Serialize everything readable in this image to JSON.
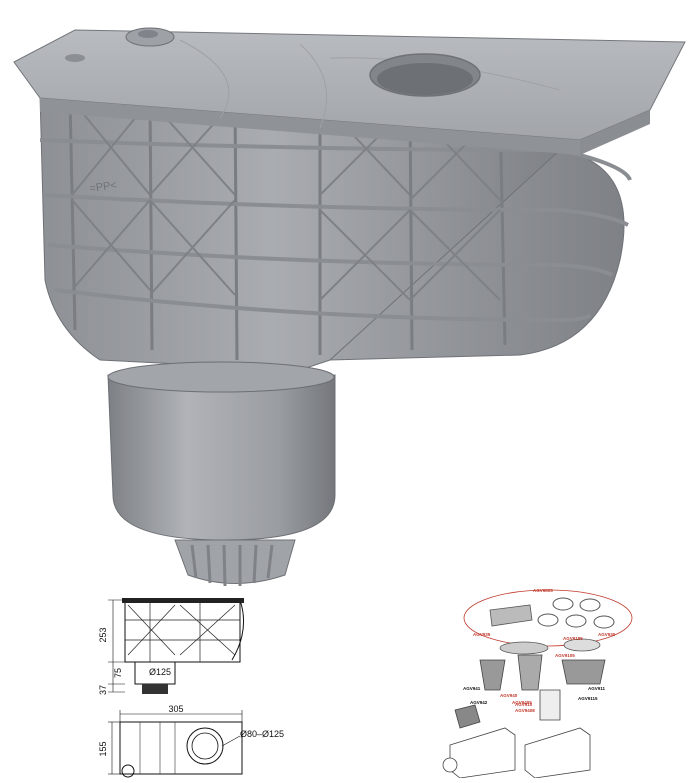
{
  "product": {
    "material_mark": "=PP<"
  },
  "drawing": {
    "height_total": "253",
    "height_outlet": "75",
    "height_bottom": "37",
    "diameter_outlet": "Ø125",
    "width": "305",
    "depth": "155",
    "diameter_range": "Ø80–Ø125"
  },
  "accessories": {
    "codes": [
      "AGV9805",
      "AGV935",
      "AGV930",
      "AGV9185",
      "AGV941",
      "AGV940",
      "AGV9105",
      "AGV911",
      "AGV9115",
      "AGV9405",
      "AGV942",
      "AGV9408",
      "AGV910"
    ],
    "code_color": "#c0392b"
  }
}
